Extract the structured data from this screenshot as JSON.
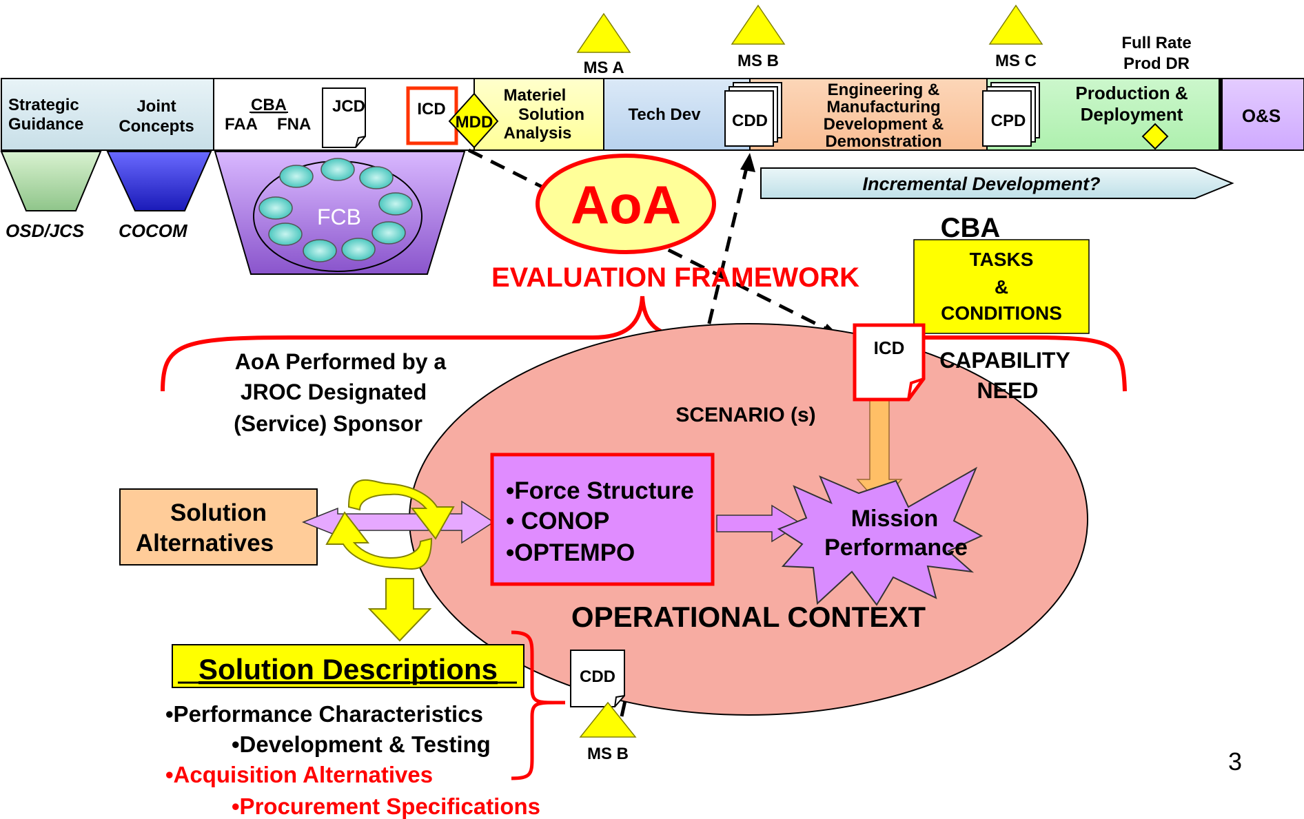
{
  "milestones": {
    "ms_a": "MS A",
    "ms_b": "MS B",
    "ms_c": "MS C",
    "full_rate_line1": "Full Rate",
    "full_rate_line2": "Prod DR",
    "ms_b_bottom": "MS B"
  },
  "phase_bar": {
    "strategic_line1": "Strategic",
    "strategic_line2": "Guidance",
    "joint_line1": "Joint",
    "joint_line2": "Concepts",
    "cba": "CBA",
    "faa": "FAA",
    "fna": "FNA",
    "jcd": "JCD",
    "icd": "ICD",
    "mdd": "MDD",
    "msa_line1": "Materiel",
    "msa_line2": "Solution",
    "msa_line3": "Analysis",
    "tech_dev": "Tech Dev",
    "cdd": "CDD",
    "emd_line1": "Engineering &",
    "emd_line2": "Manufacturing",
    "emd_line3": "Development &",
    "emd_line4": "Demonstration",
    "cpd": "CPD",
    "prod_line1": "Production &",
    "prod_line2": "Deployment",
    "os": "O&S"
  },
  "funnels": {
    "osd": "OSD/JCS",
    "cocom": "COCOM",
    "fcb": "FCB"
  },
  "incremental": "Incremental Development?",
  "aoa": "AoA",
  "evaluation_framework": "EVALUATION FRAMEWORK",
  "cba_label": "CBA",
  "tasks": {
    "line1": "TASKS",
    "line2": "&",
    "line3": "CONDITIONS"
  },
  "icd_doc": "ICD",
  "capability_line1": "CAPABILITY",
  "capability_line2": "NEED",
  "sponsor": {
    "line1": "AoA Performed by a",
    "line2": "JROC Designated",
    "line3": "(Service) Sponsor"
  },
  "scenario": "SCENARIO (s)",
  "solution_alternatives": {
    "line1": "Solution",
    "line2": "Alternatives"
  },
  "force_box": {
    "line1": "•Force Structure",
    "line2": "• CONOP",
    "line3": "•OPTEMPO"
  },
  "mission": {
    "line1": "Mission",
    "line2": "Performance"
  },
  "operational_context": "OPERATIONAL CONTEXT",
  "solution_descriptions": "Solution Descriptions",
  "bullets": {
    "perf": "•Performance Characteristics",
    "dev": "•Development & Testing",
    "acq": "•Acquisition Alternatives",
    "proc": "•Procurement  Specifications"
  },
  "cdd_bottom": "CDD",
  "page_number": "3",
  "colors": {
    "red": "#ff0000",
    "yellow": "#ffff00",
    "purple": "#cc88ff",
    "ellipse": "#f7aca2"
  }
}
